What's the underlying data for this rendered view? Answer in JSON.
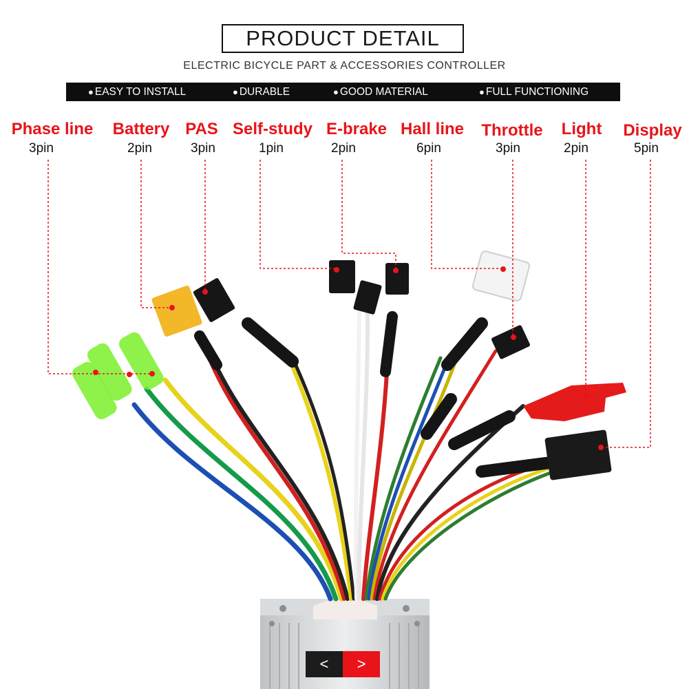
{
  "header": {
    "title": "PRODUCT  DETAIL",
    "subtitle": "ELECTRIC BICYCLE PART & ACCESSORIES CONTROLLER"
  },
  "features": [
    "EASY TO INSTALL",
    "DURABLE",
    "GOOD MATERIAL",
    "FULL FUNCTIONING"
  ],
  "connectors": [
    {
      "name": "Phase line",
      "pins": "3pin"
    },
    {
      "name": "Battery",
      "pins": "2pin"
    },
    {
      "name": "PAS",
      "pins": "3pin"
    },
    {
      "name": "Self-study",
      "pins": "1pin"
    },
    {
      "name": "E-brake",
      "pins": "2pin"
    },
    {
      "name": "Hall line",
      "pins": "6pin"
    },
    {
      "name": "Throttle",
      "pins": "3pin"
    },
    {
      "name": "Light",
      "pins": "2pin"
    },
    {
      "name": "Display",
      "pins": "5pin"
    }
  ],
  "nav": {
    "prev": "<",
    "next": ">"
  },
  "colors": {
    "label_red": "#e8141a",
    "bar_black": "#0e0e0e",
    "nav_active": "#e8141a"
  }
}
